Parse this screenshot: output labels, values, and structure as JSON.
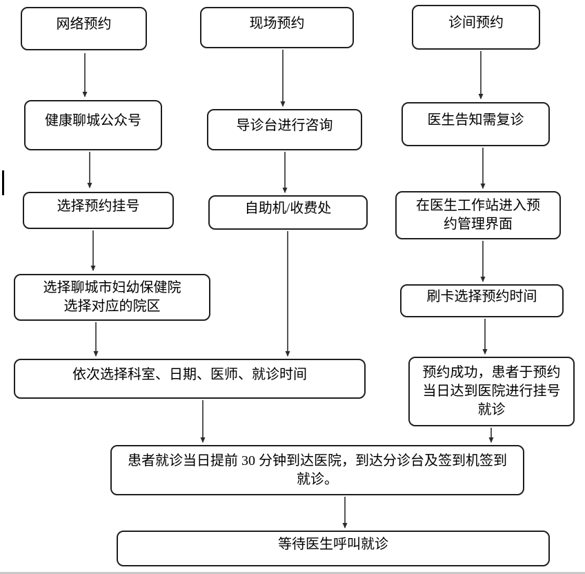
{
  "colors": {
    "background": "#ffffff",
    "node_border": "#1f1f1f",
    "node_fill": "#ffffff",
    "text": "#000000",
    "arrow": "#2b2b2b",
    "page_edge_line": "#c9c9c9"
  },
  "flowchart": {
    "columns": [
      {
        "nodes": [
          {
            "id": "online-booking",
            "label": "网络预约"
          },
          {
            "id": "health-liaocheng-wechat",
            "label": "健康聊城公众号"
          },
          {
            "id": "select-appointment-registration",
            "label": "选择预约挂号"
          },
          {
            "id": "select-hospital-and-campus",
            "label": "选择聊城市妇幼保健院\n选择对应的院区"
          }
        ]
      },
      {
        "nodes": [
          {
            "id": "onsite-booking",
            "label": "现场预约"
          },
          {
            "id": "guide-desk-consult",
            "label": "导诊台进行咨询"
          },
          {
            "id": "self-service-or-cashier",
            "label": "自助机/收费处"
          }
        ]
      },
      {
        "nodes": [
          {
            "id": "clinic-booking",
            "label": "诊间预约"
          },
          {
            "id": "doctor-advises-revisit",
            "label": "医生告知需复诊"
          },
          {
            "id": "doctor-workstation-appointment-mgmt",
            "label": "在医生工作站进入预\n约管理界面"
          },
          {
            "id": "swipe-card-select-time",
            "label": "刷卡选择预约时间"
          },
          {
            "id": "booking-success-arrive-register",
            "label": "预约成功，患者于预约\n当日达到医院进行挂号\n就诊"
          }
        ]
      }
    ],
    "shared_nodes": [
      {
        "id": "select-dept-date-doctor-time",
        "label": "依次选择科室、日期、医师、就诊时间"
      },
      {
        "id": "arrive-30min-checkin",
        "label": "患者就诊当日提前 30 分钟到达医院，到达分诊台及签到机签到\n就诊。"
      },
      {
        "id": "wait-doctor-call",
        "label": "等待医生呼叫就诊"
      }
    ],
    "edges": [
      {
        "from": "online-booking",
        "to": "health-liaocheng-wechat"
      },
      {
        "from": "health-liaocheng-wechat",
        "to": "select-appointment-registration"
      },
      {
        "from": "select-appointment-registration",
        "to": "select-hospital-and-campus"
      },
      {
        "from": "select-hospital-and-campus",
        "to": "select-dept-date-doctor-time"
      },
      {
        "from": "onsite-booking",
        "to": "guide-desk-consult"
      },
      {
        "from": "guide-desk-consult",
        "to": "self-service-or-cashier"
      },
      {
        "from": "self-service-or-cashier",
        "to": "select-dept-date-doctor-time"
      },
      {
        "from": "clinic-booking",
        "to": "doctor-advises-revisit"
      },
      {
        "from": "doctor-advises-revisit",
        "to": "doctor-workstation-appointment-mgmt"
      },
      {
        "from": "doctor-workstation-appointment-mgmt",
        "to": "swipe-card-select-time"
      },
      {
        "from": "swipe-card-select-time",
        "to": "booking-success-arrive-register"
      },
      {
        "from": "booking-success-arrive-register",
        "to": "arrive-30min-checkin"
      },
      {
        "from": "select-dept-date-doctor-time",
        "to": "arrive-30min-checkin"
      },
      {
        "from": "arrive-30min-checkin",
        "to": "wait-doctor-call"
      }
    ]
  }
}
